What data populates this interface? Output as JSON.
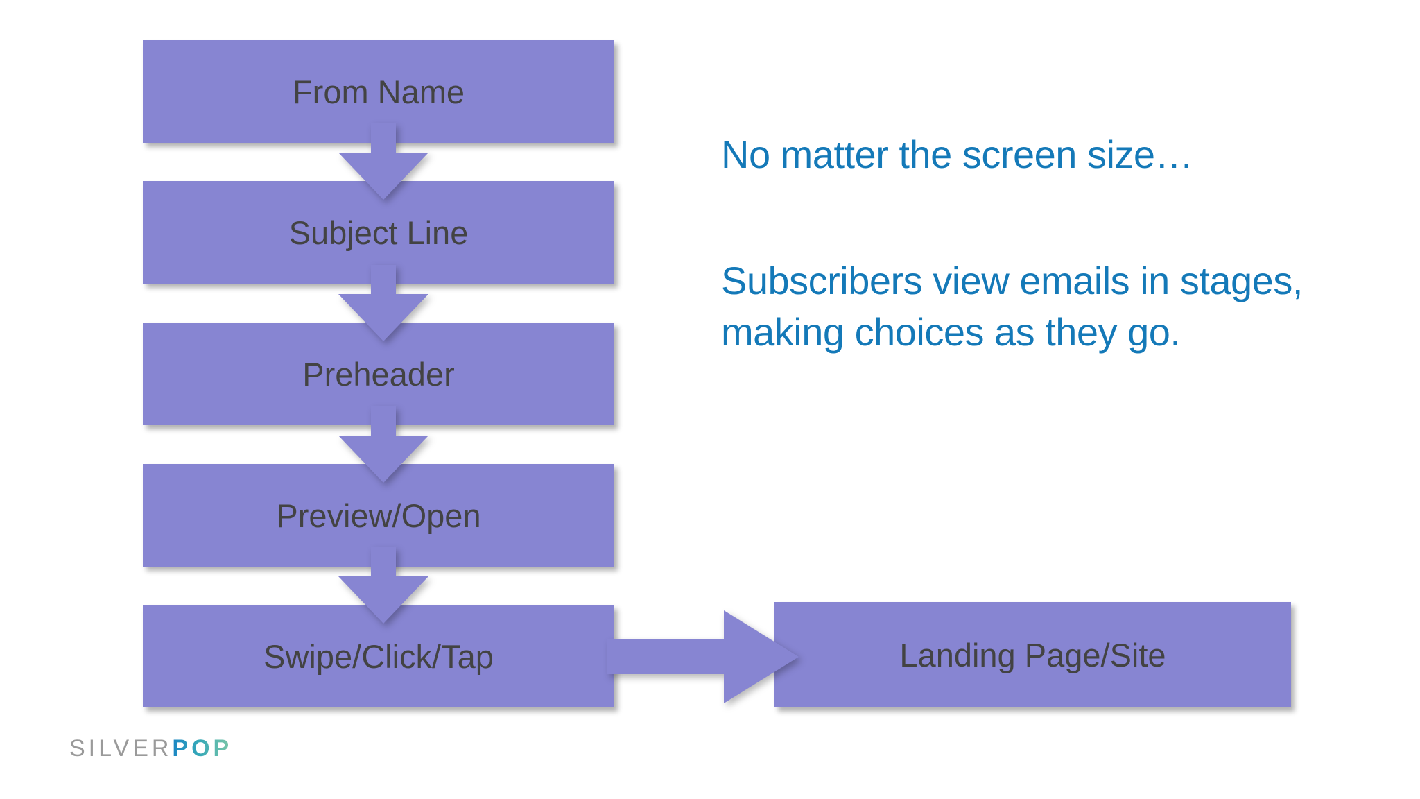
{
  "slide": {
    "background_color": "#ffffff",
    "box_fill_color": "#8785D2",
    "box_text_color": "#434343",
    "accent_text_color": "#1479B8"
  },
  "flow": {
    "steps": [
      {
        "id": "from-name",
        "label": "From Name"
      },
      {
        "id": "subject",
        "label": "Subject Line"
      },
      {
        "id": "preheader",
        "label": "Preheader"
      },
      {
        "id": "preview",
        "label": "Preview/Open"
      },
      {
        "id": "swipe",
        "label": "Swipe/Click/Tap"
      }
    ],
    "destination": {
      "id": "landing",
      "label": "Landing Page/Site"
    },
    "connectors": [
      {
        "id": "arrow-1",
        "direction": "down",
        "from": "From Name",
        "to": "Subject Line"
      },
      {
        "id": "arrow-2",
        "direction": "down",
        "from": "Subject Line",
        "to": "Preheader"
      },
      {
        "id": "arrow-3",
        "direction": "down",
        "from": "Preheader",
        "to": "Preview/Open"
      },
      {
        "id": "arrow-4",
        "direction": "down",
        "from": "Preview/Open",
        "to": "Swipe/Click/Tap"
      },
      {
        "id": "arrow-right",
        "direction": "right",
        "from": "Swipe/Click/Tap",
        "to": "Landing Page/Site"
      }
    ]
  },
  "copy": {
    "paragraph_1": "No matter the screen size…",
    "paragraph_2": "Subscribers view emails in stages, making choices as they go."
  },
  "logo": {
    "part_1": "SILVER",
    "part_2": "POP"
  }
}
